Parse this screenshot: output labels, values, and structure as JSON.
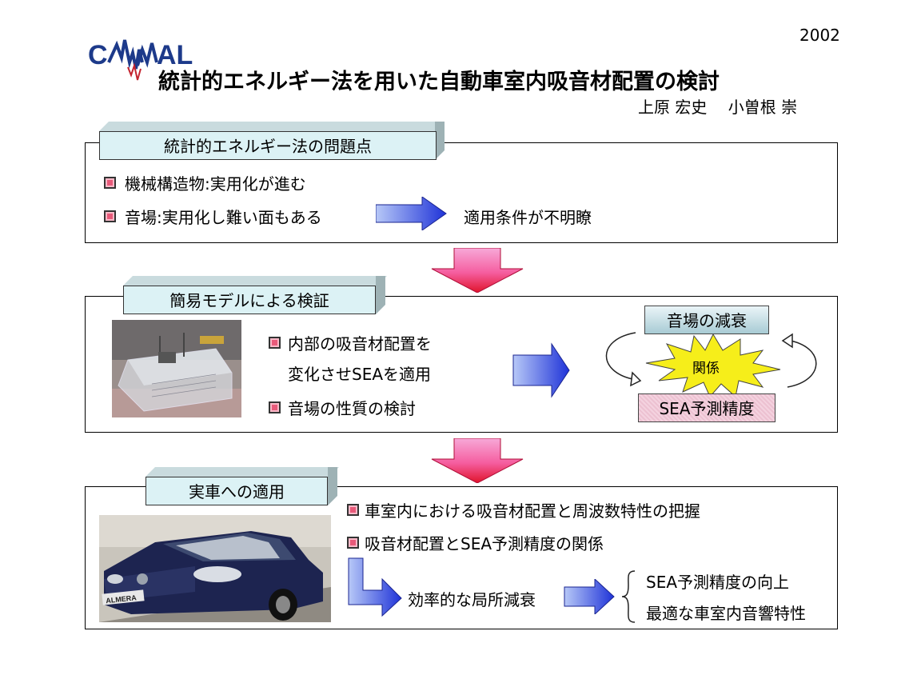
{
  "year": "2002",
  "logo": {
    "text": "CAMAL",
    "color": "#1d3a8a",
    "accent": "#c4232e"
  },
  "title": "統計的エネルギー法を用いた自動車室内吸音材配置の検討",
  "authors": "上原 宏史　 小曽根 崇",
  "section1": {
    "header": "統計的エネルギー法の問題点",
    "item1": "機械構造物:実用化が進む",
    "item2": "音場:実用化し難い面もある",
    "result": "適用条件が不明瞭"
  },
  "section2": {
    "header": "簡易モデルによる検証",
    "item1_line1": "内部の吸音材配置を",
    "item1_line2": "変化させSEAを適用",
    "item2": "音場の性質の検討",
    "top_box": "音場の減衰",
    "star": "関係",
    "bottom_box": "SEA予測精度"
  },
  "section3": {
    "header": "実車への適用",
    "item1": "車室内における吸音材配置と周波数特性の把握",
    "item2": "吸音材配置とSEA予測精度の関係",
    "mid_text": "効率的な局所減衰",
    "out1": "SEA予測精度の向上",
    "out2": "最適な車室内音響特性",
    "car_badge": "ALMERA"
  },
  "colors": {
    "header_fill": "#dcf2f5",
    "blue_arrow": "#2a3fd6",
    "pink_arrow": "#f04a8a",
    "star_fill": "#f6ee1a",
    "box_top_fill": "#cfe6ec",
    "box_bottom_fill": "#f2d0dc"
  }
}
